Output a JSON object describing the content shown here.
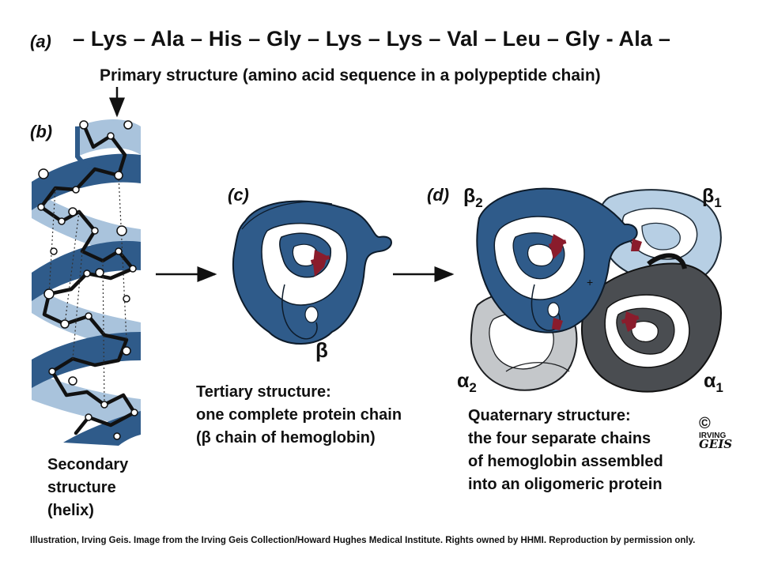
{
  "sequence": "– Lys – Ala – His – Gly – Lys – Lys – Val – Leu – Gly - Ala –",
  "labels": {
    "a": "(a)",
    "b": "(b)",
    "c": "(c)",
    "d": "(d)"
  },
  "primary_caption": "Primary structure (amino acid sequence in a polypeptide chain)",
  "secondary_caption": [
    "Secondary",
    "structure",
    "(helix)"
  ],
  "tertiary_caption": [
    "Tertiary structure:",
    "one complete protein chain",
    "(β chain of hemoglobin)"
  ],
  "quaternary_caption": [
    "Quaternary structure:",
    "the four separate chains",
    "of hemoglobin assembled",
    "into an oligomeric protein"
  ],
  "chain_labels": {
    "beta": "β",
    "beta2": {
      "sym": "β",
      "sub": "2"
    },
    "beta1": {
      "sym": "β",
      "sub": "1"
    },
    "alpha2": {
      "sym": "α",
      "sub": "2"
    },
    "alpha1": {
      "sym": "α",
      "sub": "1"
    }
  },
  "signature": {
    "copyright": "©",
    "first": "IRVING",
    "last": "GEIS"
  },
  "credit": "Illustration, Irving Geis. Image from the Irving Geis Collection/Howard Hughes Medical Institute. Rights owned by HHMI. Reproduction by permission only.",
  "colors": {
    "ribbon_dark": "#2f5b8a",
    "ribbon_light": "#a9c3dc",
    "chain_light_blue": "#b7cfe4",
    "chain_gray": "#c4c7ca",
    "chain_dark_gray": "#4a4d51",
    "heme": "#8a1c2c"
  }
}
